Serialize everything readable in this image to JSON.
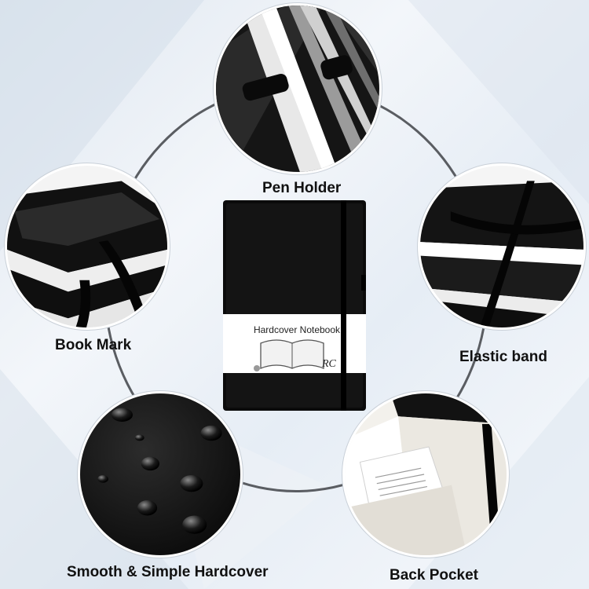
{
  "features": {
    "pen_holder": "Pen Holder",
    "book_mark": "Book Mark",
    "elastic_band": "Elastic band",
    "hardcover": "Smooth & Simple Hardcover",
    "back_pocket": "Back Pocket"
  },
  "product": {
    "cover_title": "Hardcover Notebook",
    "brand": "RC"
  },
  "colors": {
    "cover": "#0b0b0b",
    "ring": "#5a5d62",
    "label_band": "#ffffff"
  }
}
